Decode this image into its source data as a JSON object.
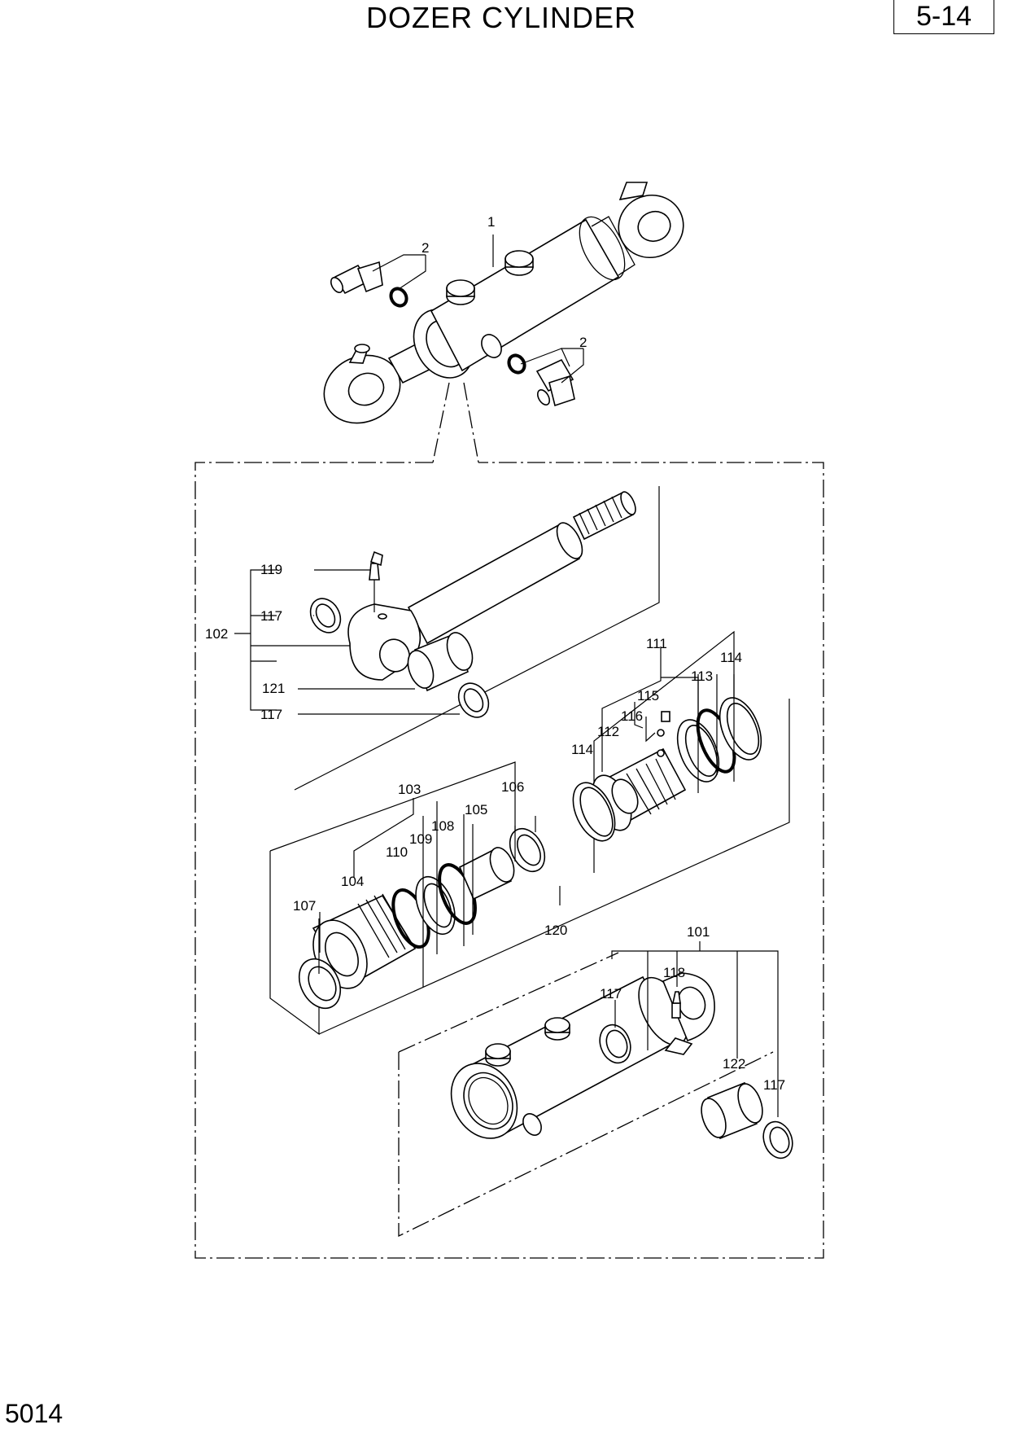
{
  "header": {
    "title": "DOZER CYLINDER",
    "page_badge": "5-14"
  },
  "footer": {
    "doc_number": "5014"
  },
  "callouts": {
    "c1": "1",
    "c2a": "2",
    "c2b": "2",
    "c101": "101",
    "c102": "102",
    "c103": "103",
    "c104": "104",
    "c105": "105",
    "c106": "106",
    "c107": "107",
    "c108": "108",
    "c109": "109",
    "c110": "110",
    "c111": "111",
    "c112": "112",
    "c113": "113",
    "c114a": "114",
    "c114b": "114",
    "c115": "115",
    "c116": "116",
    "c117a": "117",
    "c117b": "117",
    "c117c": "117",
    "c117d": "117",
    "c118": "118",
    "c119": "119",
    "c120": "120",
    "c121": "121",
    "c122": "122"
  }
}
